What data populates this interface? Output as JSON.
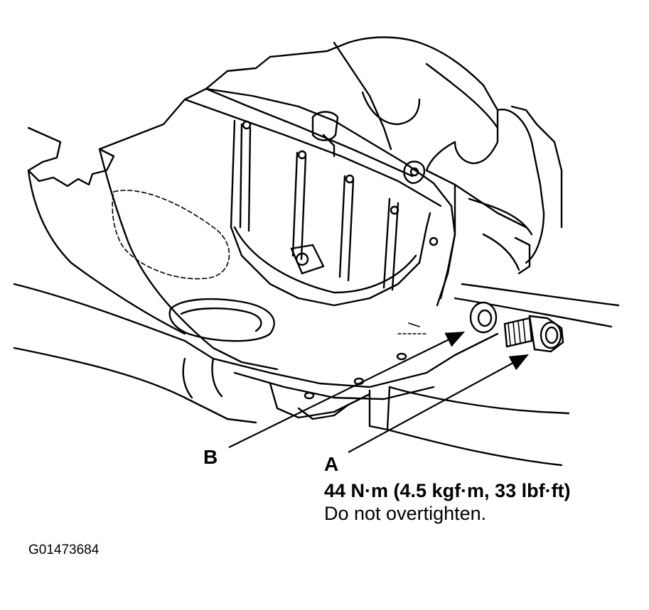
{
  "callouts": {
    "a_letter": "A",
    "b_letter": "B",
    "a_torque": "44 N·m (4.5 kgf·m, 33 lbf·ft)",
    "a_note": "Do not overtighten."
  },
  "figure_id": "G01473684"
}
